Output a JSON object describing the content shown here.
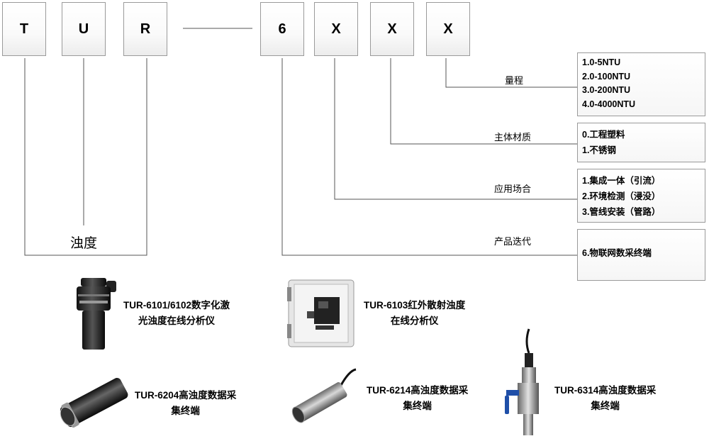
{
  "code": {
    "boxes": [
      "T",
      "U",
      "R",
      "6",
      "X",
      "X",
      "X"
    ],
    "prefix_label": "浊度"
  },
  "segments": [
    {
      "label": "量程",
      "options": [
        "1.0-5NTU",
        "2.0-100NTU",
        "3.0-200NTU",
        "4.0-4000NTU"
      ]
    },
    {
      "label": "主体材质",
      "options": [
        "0.工程塑料",
        "1.不锈钢"
      ]
    },
    {
      "label": "应用场合",
      "options": [
        "1.集成一体（引流）",
        "2.环境检测（浸没）",
        "3.管线安装（管路）"
      ]
    },
    {
      "label": "产品迭代",
      "options": [
        "6.物联网数采终端"
      ]
    }
  ],
  "products": [
    {
      "caption": [
        "TUR-6101/6102数字化激",
        "光浊度在线分析仪"
      ],
      "image": "black-cylindrical-sensor"
    },
    {
      "caption": [
        "TUR-6103红外散射浊度",
        "在线分析仪"
      ],
      "image": "wall-mount-enclosure"
    },
    {
      "caption": [
        "TUR-6204高浊度数据采",
        "集终端"
      ],
      "image": "black-submersible-probe"
    },
    {
      "caption": [
        "TUR-6214高浊度数据采",
        "集终端"
      ],
      "image": "steel-submersible-probe"
    },
    {
      "caption": [
        "TUR-6314高浊度数据采",
        "集终端"
      ],
      "image": "pipeline-valve-sensor"
    }
  ]
}
